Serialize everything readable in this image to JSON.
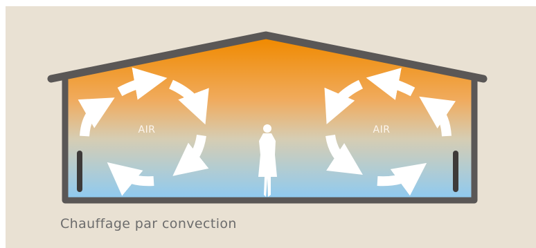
{
  "diagram": {
    "left_label": "AIR",
    "right_label": "AIR",
    "caption": "Chauffage par convection"
  },
  "colors": {
    "background": "#e9e1d3",
    "structure": "#5a5756",
    "warm_air": "#f08a00",
    "cool_air": "#8ccaf2",
    "arrows": "#ffffff"
  },
  "icons": [
    "radiator-icon",
    "person-icon",
    "convection-arrow-icon"
  ]
}
